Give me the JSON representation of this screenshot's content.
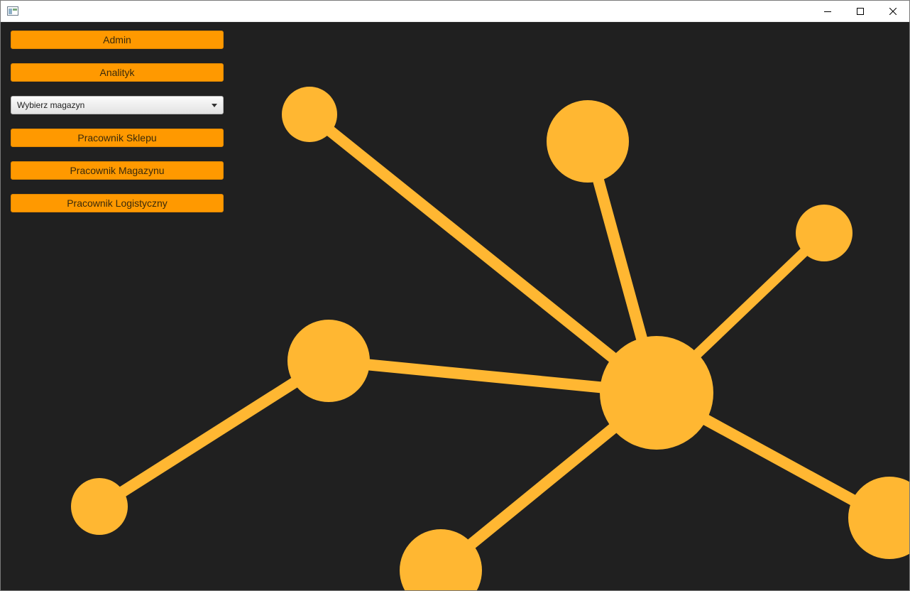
{
  "window": {
    "title": "",
    "controls": {
      "minimize_icon": "minimize-icon",
      "maximize_icon": "maximize-icon",
      "close_icon": "close-icon"
    }
  },
  "colors": {
    "background": "#202020",
    "button": "#ff9900",
    "graphic": "#ffb732"
  },
  "menu": {
    "admin_label": "Admin",
    "analyst_label": "Analityk",
    "warehouse_select": {
      "placeholder": "Wybierz magazyn"
    },
    "shop_worker_label": "Pracownik Sklepu",
    "warehouse_worker_label": "Pracownik Magazynu",
    "logistics_worker_label": "Pracownik Logistyczny"
  }
}
